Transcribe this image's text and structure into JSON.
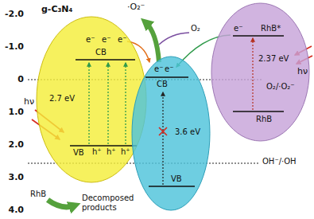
{
  "diagram": {
    "nodes": [
      {
        "text": [
          "g-C₃N₄",
          "e⁻",
          "e⁻",
          "e⁻",
          "CB",
          "2.7 eV",
          "VB",
          "h⁺",
          "h⁺",
          "h⁺"
        ]
      },
      {
        "text": [
          "e⁻",
          "e⁻",
          "CB",
          "3.6 eV",
          "VB"
        ]
      },
      {
        "text": [
          "e⁻",
          "RhB*",
          "2.37 eV",
          "RhB"
        ]
      }
    ],
    "edges": [
      {
        "from": 0,
        "to": 1,
        "arrow": "to"
      },
      {
        "from": 2,
        "to": 1,
        "arrow": "to"
      }
    ],
    "labels": [
      "-2.0",
      "-1.0",
      "0",
      "1.0",
      "2.0",
      "3.0",
      "4.0",
      "·O₂⁻",
      "O₂",
      "hν",
      "hν",
      "O₂/·O₂⁻",
      "OH⁻/·OH",
      "RhB",
      "Decomposed products"
    ]
  }
}
